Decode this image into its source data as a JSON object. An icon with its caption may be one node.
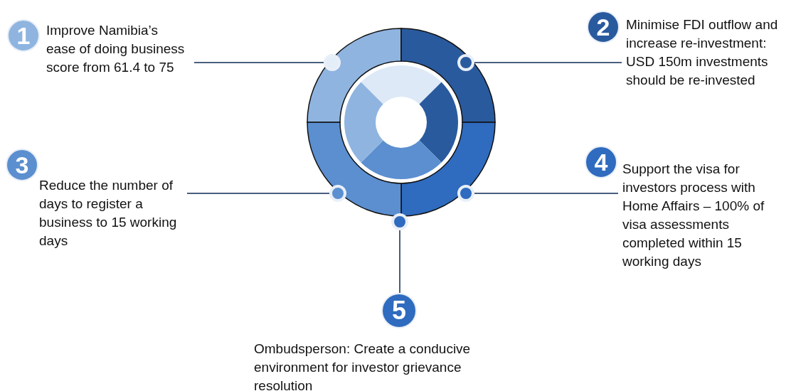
{
  "diagram": {
    "nodes": [
      {
        "text": [
          "1"
        ]
      },
      {
        "text": [
          "Improve Namibia’s ease of doing business score from 61.4 to 75"
        ]
      },
      {
        "text": [
          "2"
        ]
      },
      {
        "text": [
          "Minimise FDI outflow and increase re-investment: USD 150m investments should be re-invested"
        ]
      },
      {
        "text": [
          "3"
        ]
      },
      {
        "text": [
          "Reduce the number of days to register a business to 15 working days"
        ]
      },
      {
        "text": [
          "4"
        ]
      },
      {
        "text": [
          "Support the visa for investors process with Home Affairs – 100% of visa assessments completed within 15 working days"
        ]
      },
      {
        "text": [
          "5"
        ]
      },
      {
        "text": [
          "Ombudsperson: Create a conducive environment for investor grievance resolution"
        ]
      },
      {
        "text": [],
        "shape": "circle"
      },
      {
        "text": [],
        "shape": "circle"
      },
      {
        "text": [],
        "shape": "circle"
      },
      {
        "text": [],
        "shape": "circle"
      },
      {
        "text": [],
        "shape": "circle"
      }
    ],
    "edges": [
      {
        "from": 1,
        "to": 10,
        "arrow": "none"
      },
      {
        "from": 3,
        "to": 11,
        "arrow": "none"
      },
      {
        "from": 5,
        "to": 12,
        "arrow": "none"
      },
      {
        "from": 7,
        "to": 13,
        "arrow": "none"
      },
      {
        "from": 8,
        "to": 14,
        "arrow": "none"
      }
    ]
  }
}
